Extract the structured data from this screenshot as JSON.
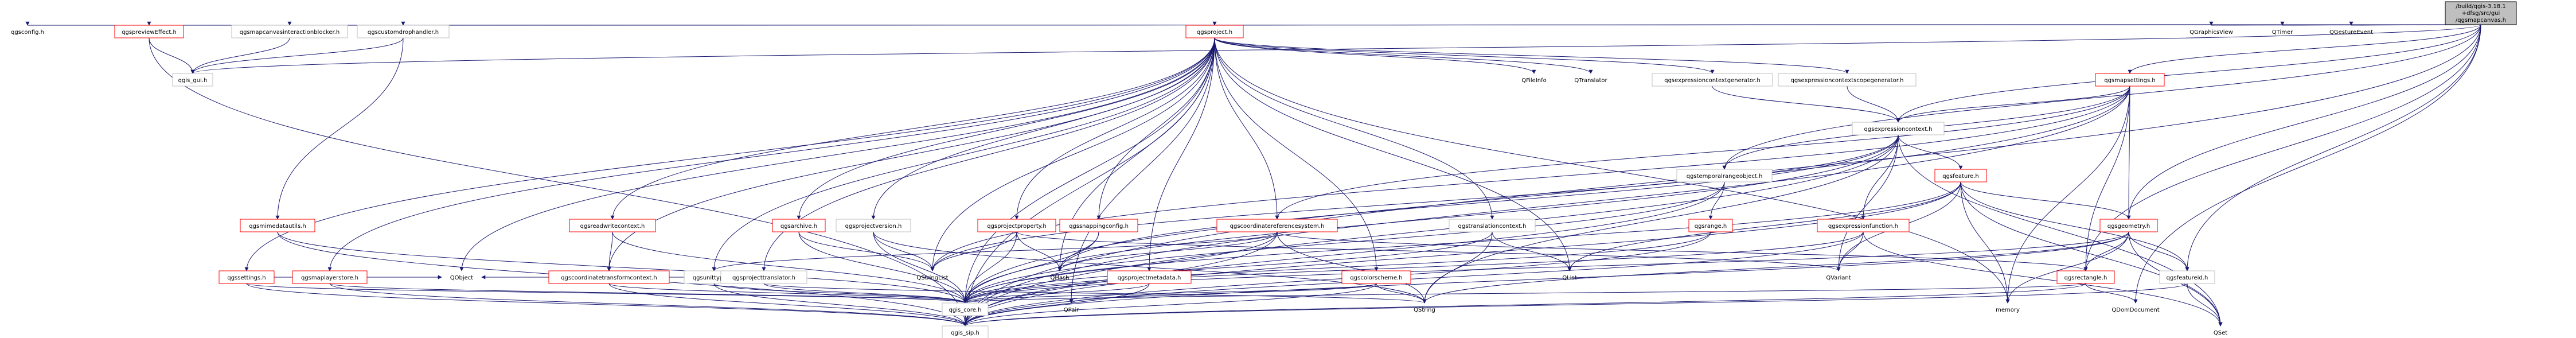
{
  "root": {
    "line1": "/build/qgis-3.18.1",
    "line2": "+dfsg/src/gui",
    "line3": "/qgsmapcanvas.h"
  },
  "nodes": {
    "qgsconfig": "qgsconfig.h",
    "qgspreviewEffect": "qgspreviewEffect.h",
    "qgsmapcanvasinteractionblocker": "qgsmapcanvasinteractionblocker.h",
    "qgscustomdrophandler": "qgscustomdrophandler.h",
    "qgsproject": "qgsproject.h",
    "qgsmapsettings": "qgsmapsettings.h",
    "qgis_gui": "qgis_gui.h",
    "qgsmimedatautils": "qgsmimedatautils.h",
    "qgssettings": "qgssettings.h",
    "qgsmaplayerstore": "qgsmaplayerstore.h",
    "qgsreadwritecontext": "qgsreadwritecontext.h",
    "qgscoordinatetransformcontext": "qgscoordinatetransformcontext.h",
    "qgsunittypes": "qgsunittypes.h",
    "qgsprojecttranslator": "qgsprojecttranslator.h",
    "qgsarchive": "qgsarchive.h",
    "qgsprojectversion": "qgsprojectversion.h",
    "qgsprojectproperty": "qgsprojectproperty.h",
    "qgssnappingconfig": "qgssnappingconfig.h",
    "qgscoordinatereferencesystem": "qgscoordinatereferencesystem.h",
    "qgsprojectmetadata": "qgsprojectmetadata.h",
    "qgscolorscheme": "qgscolorscheme.h",
    "qgstranslationcontext": "qgstranslationcontext.h",
    "qfileinfo": "QFileInfo",
    "qtranslator": "QTranslator",
    "qgsexpressioncontextgenerator": "qgsexpressioncontextgenerator.h",
    "qgsexpressioncontextscopegenerator": "qgsexpressioncontextscopegenerator.h",
    "qgsexpressioncontext": "qgsexpressioncontext.h",
    "qgstemporalrangeobject": "qgstemporalrangeobject.h",
    "qgsexpressionfunction": "qgsexpressionfunction.h",
    "qgsfeature": "qgsfeature.h",
    "qgsrange": "qgsrange.h",
    "qgsrectangle": "qgsrectangle.h",
    "qgsgeometry": "qgsgeometry.h",
    "qgsfeatureid": "qgsfeatureid.h",
    "qgis_core": "qgis_core.h",
    "qgis_sip": "qgis_sip.h",
    "qobject": "QObject",
    "qstringlist": "QStringList",
    "qhash": "QHash",
    "qstring": "QString",
    "qpair": "QPair",
    "qlist": "QList",
    "qvariant": "QVariant",
    "memory": "memory",
    "qdomdocument": "QDomDocument",
    "qset": "QSet",
    "qgraphicsview": "QGraphicsView",
    "qtimer": "QTimer",
    "qgestureevent": "QGestureEvent"
  }
}
